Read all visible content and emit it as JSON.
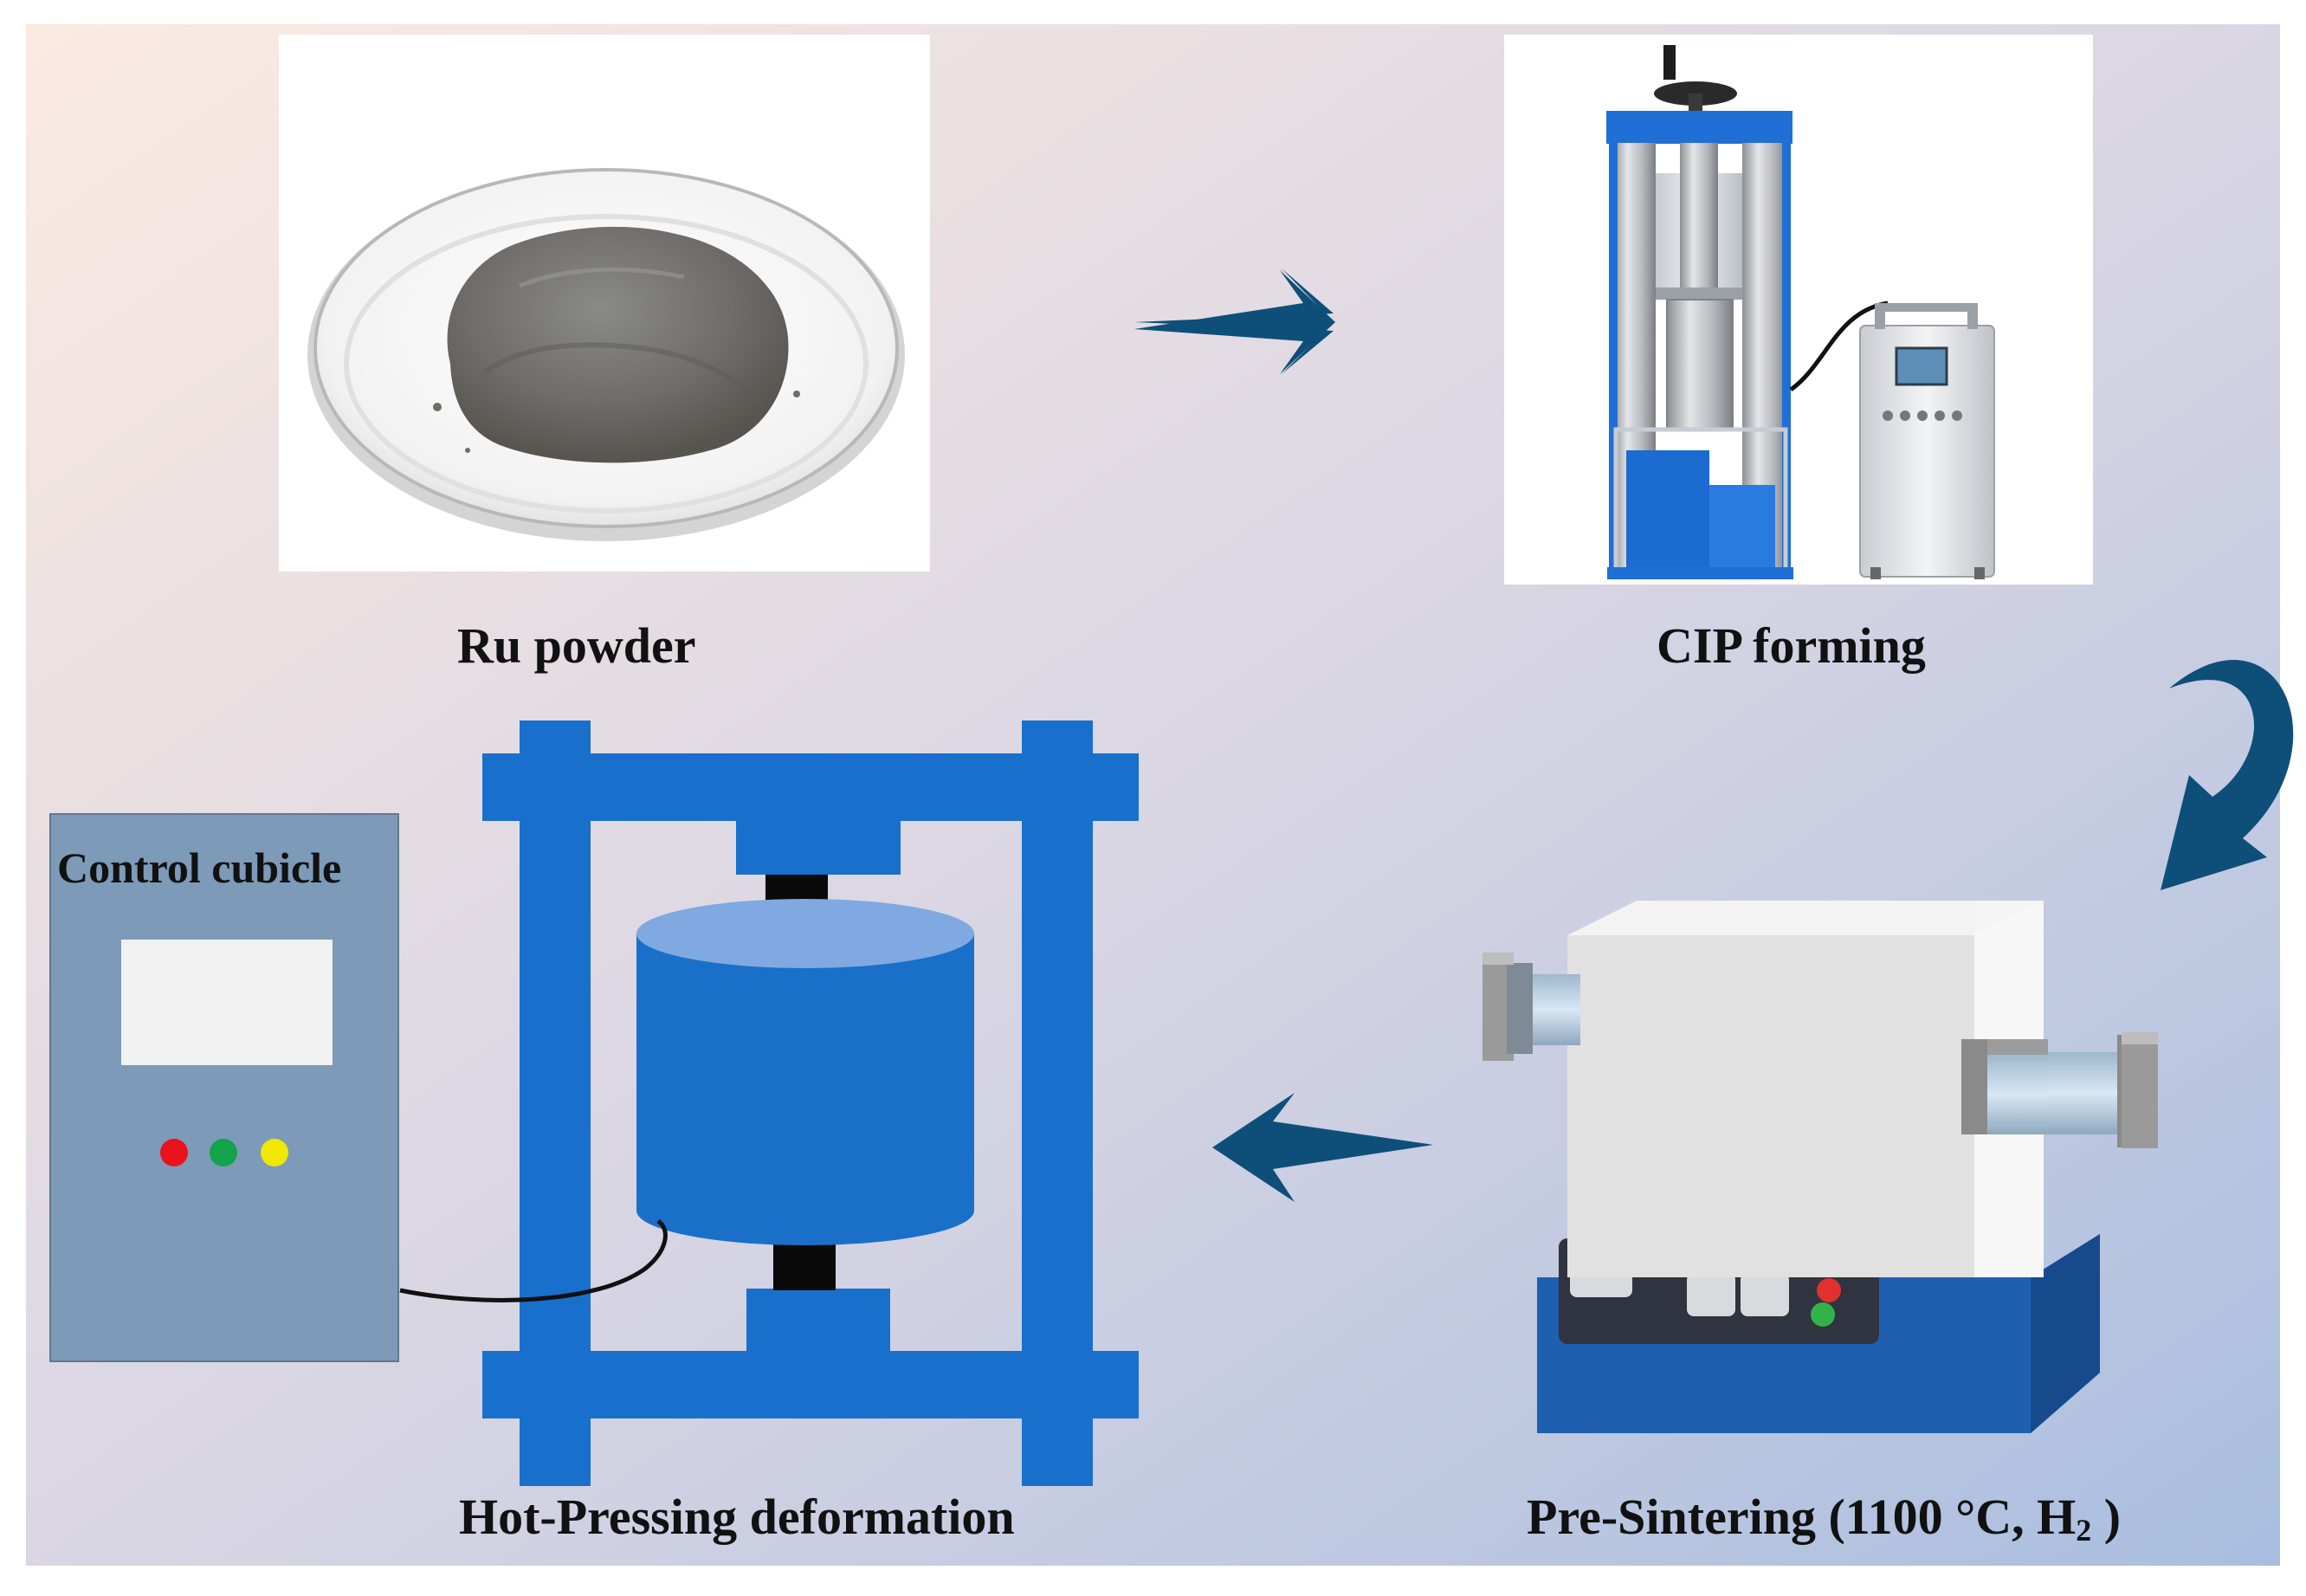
{
  "steps": {
    "ru_powder": {
      "label": "Ru powder"
    },
    "cip_forming": {
      "label": "CIP forming"
    },
    "pre_sintering": {
      "label_main": "Pre-Sintering (1100 °C, H",
      "label_sub": "2",
      "label_end": " )"
    },
    "hot_pressing": {
      "label": "Hot-Pressing deformation"
    }
  },
  "control_cubicle": {
    "label": "Control cubicle",
    "indicator_colors": [
      "#e8131b",
      "#13a34a",
      "#f1e800"
    ]
  },
  "colors": {
    "arrow": "#0e4f7a",
    "press_frame": "#1870cc",
    "press_cylinder": "#1a70c8",
    "press_cylinder_top": "#7fa9e0",
    "cubicle_body": "#7d9ab8",
    "furnace_base": "#1f5fb0",
    "background_left": "#fbeae2",
    "background_right": "#a9bedf"
  }
}
